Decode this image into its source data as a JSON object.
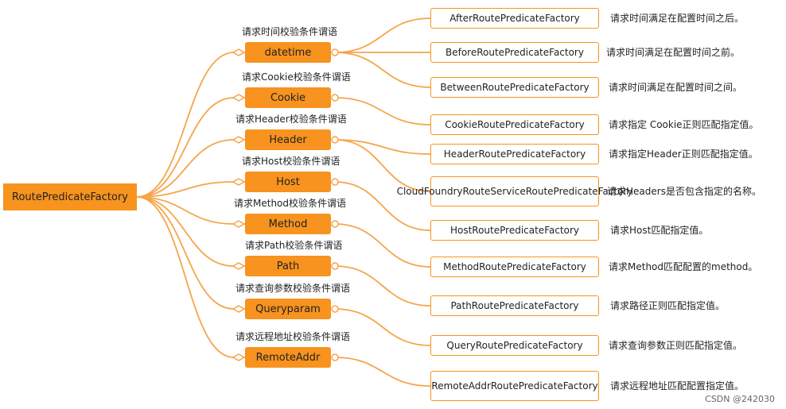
{
  "root": {
    "label": "RoutePredicateFactory"
  },
  "predicates": [
    {
      "label": "datetime",
      "desc": "请求时间校验条件谓语"
    },
    {
      "label": "Cookie",
      "desc": "请求Cookie校验条件谓语"
    },
    {
      "label": "Header",
      "desc": "请求Header校验条件谓语"
    },
    {
      "label": "Host",
      "desc": "请求Host校验条件谓语"
    },
    {
      "label": "Method",
      "desc": "请求Method校验条件谓语"
    },
    {
      "label": "Path",
      "desc": "请求Path校验条件谓语"
    },
    {
      "label": "Queryparam",
      "desc": "请求查询参数校验条件谓语"
    },
    {
      "label": "RemoteAddr",
      "desc": "请求远程地址校验条件谓语"
    }
  ],
  "factories": [
    {
      "name": "AfterRoutePredicateFactory",
      "desc": "请求时间满足在配置时间之后。"
    },
    {
      "name": "BeforeRoutePredicateFactory",
      "desc": "请求时间满足在配置时间之前。"
    },
    {
      "name": "BetweenRoutePredicateFactory",
      "desc": "请求时间满足在配置时间之间。"
    },
    {
      "name": "CookieRoutePredicateFactory",
      "desc": "请求指定 Cookie正则匹配指定值。"
    },
    {
      "name": "HeaderRoutePredicateFactory",
      "desc": "请求指定Header正则匹配指定值。"
    },
    {
      "name": "CloudFoundryRouteServiceRoutePredicateFactory",
      "desc": "请求Headers是否包含指定的名称。"
    },
    {
      "name": "HostRoutePredicateFactory",
      "desc": "请求Host匹配指定值。"
    },
    {
      "name": "MethodRoutePredicateFactory",
      "desc": "请求Method匹配配置的method。"
    },
    {
      "name": "PathRoutePredicateFactory",
      "desc": "请求路径正则匹配指定值。"
    },
    {
      "name": "QueryRoutePredicateFactory",
      "desc": "请求查询参数正则匹配指定值。"
    },
    {
      "name": "RemoteAddrRoutePredicateFactory",
      "desc": "请求远程地址匹配配置指定值。"
    }
  ],
  "watermark": "CSDN @242030",
  "colors": {
    "accent": "#f7931e",
    "line": "#f5a54a"
  }
}
